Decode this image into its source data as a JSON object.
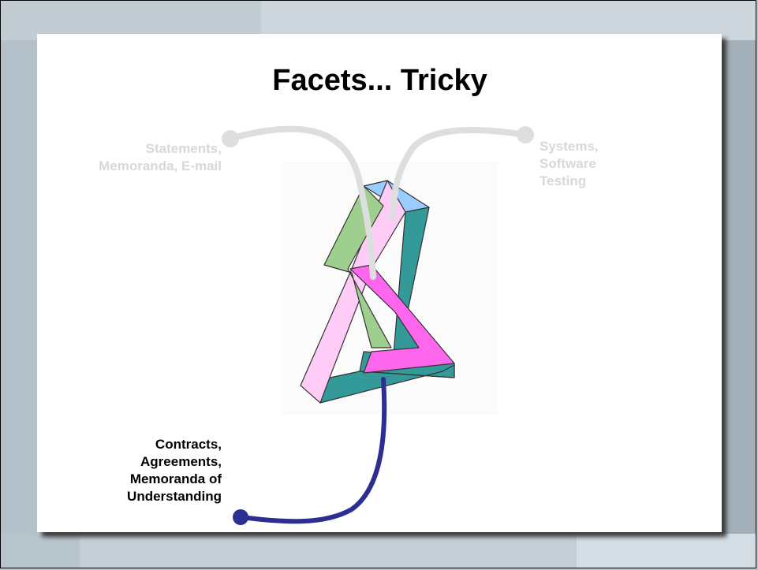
{
  "slide": {
    "title": "Facets... Tricky"
  },
  "facets": [
    {
      "label": "Statements,\nMemoranda, E-mail",
      "style": "faded"
    },
    {
      "label": "Systems,\nSoftware\nTesting",
      "style": "faded"
    },
    {
      "label": "Contracts,\nAgreements,\nMemoranda of\nUnderstanding",
      "style": "highlighted"
    }
  ],
  "colors": {
    "highlight_connector": "#2e2e92",
    "faded_connector": "#dedede",
    "triangle_green": "#9fcf8e",
    "triangle_pink": "#ff66ee",
    "triangle_light_pink": "#ffccf8",
    "triangle_teal": "#339999",
    "triangle_blue": "#99ccff"
  },
  "graphic": {
    "name": "impossible-triangle"
  }
}
